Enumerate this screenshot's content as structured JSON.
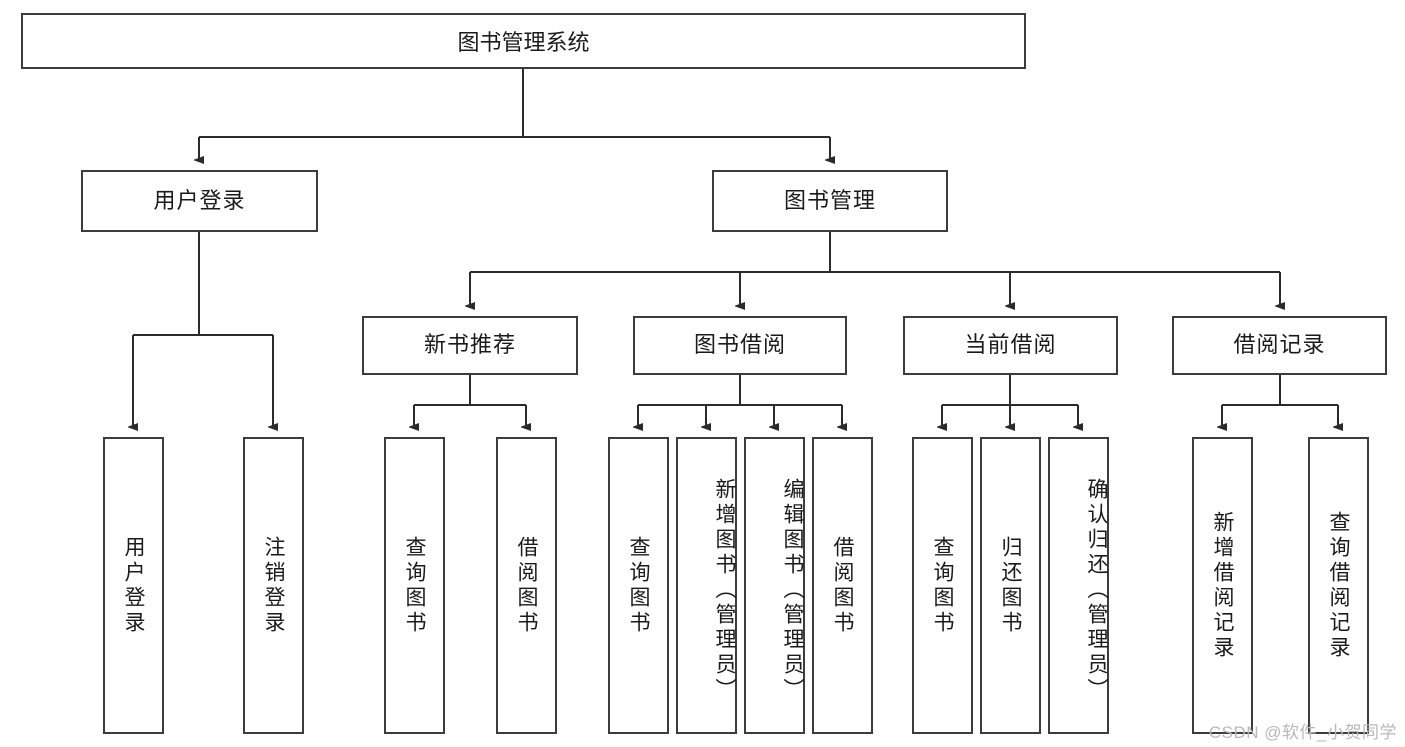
{
  "diagram": {
    "title": "图书管理系统",
    "type": "tree-hierarchy-diagram",
    "colors": {
      "box_border": "#3c3c3c",
      "box_fill": "#ffffff",
      "edge": "#2b2b2b",
      "text": "#1a1a1a",
      "watermark": "#b9b9b9"
    },
    "levels": {
      "root": {
        "label": "图书管理系统"
      },
      "level2": [
        {
          "id": "user-login",
          "label": "用户登录"
        },
        {
          "id": "book-manage",
          "label": "图书管理"
        }
      ],
      "level3": [
        {
          "id": "new-book-recommend",
          "label": "新书推荐"
        },
        {
          "id": "book-borrow",
          "label": "图书借阅"
        },
        {
          "id": "current-borrow",
          "label": "当前借阅"
        },
        {
          "id": "borrow-record",
          "label": "借阅记录"
        }
      ],
      "leaves": [
        {
          "id": "leaf-user-login",
          "label": "用户登录",
          "parent": "user-login"
        },
        {
          "id": "leaf-logout-login",
          "label": "注销登录",
          "parent": "user-login"
        },
        {
          "id": "leaf-query-book-1",
          "label": "查询图书",
          "parent": "new-book-recommend"
        },
        {
          "id": "leaf-borrow-book-1",
          "label": "借阅图书",
          "parent": "new-book-recommend"
        },
        {
          "id": "leaf-query-book-2",
          "label": "查询图书",
          "parent": "book-borrow"
        },
        {
          "id": "leaf-add-book",
          "label": "新增图书（管理员）",
          "parent": "book-borrow"
        },
        {
          "id": "leaf-edit-book",
          "label": "编辑图书（管理员）",
          "parent": "book-borrow"
        },
        {
          "id": "leaf-borrow-book-2",
          "label": "借阅图书",
          "parent": "book-borrow"
        },
        {
          "id": "leaf-query-book-3",
          "label": "查询图书",
          "parent": "current-borrow"
        },
        {
          "id": "leaf-return-book",
          "label": "归还图书",
          "parent": "current-borrow"
        },
        {
          "id": "leaf-confirm-return",
          "label": "确认归还（管理员）",
          "parent": "current-borrow"
        },
        {
          "id": "leaf-add-borrow-record",
          "label": "新增借阅记录",
          "parent": "borrow-record"
        },
        {
          "id": "leaf-query-borrow-record",
          "label": "查询借阅记录",
          "parent": "borrow-record"
        }
      ]
    },
    "watermark": "CSDN @软件_小贺同学"
  }
}
